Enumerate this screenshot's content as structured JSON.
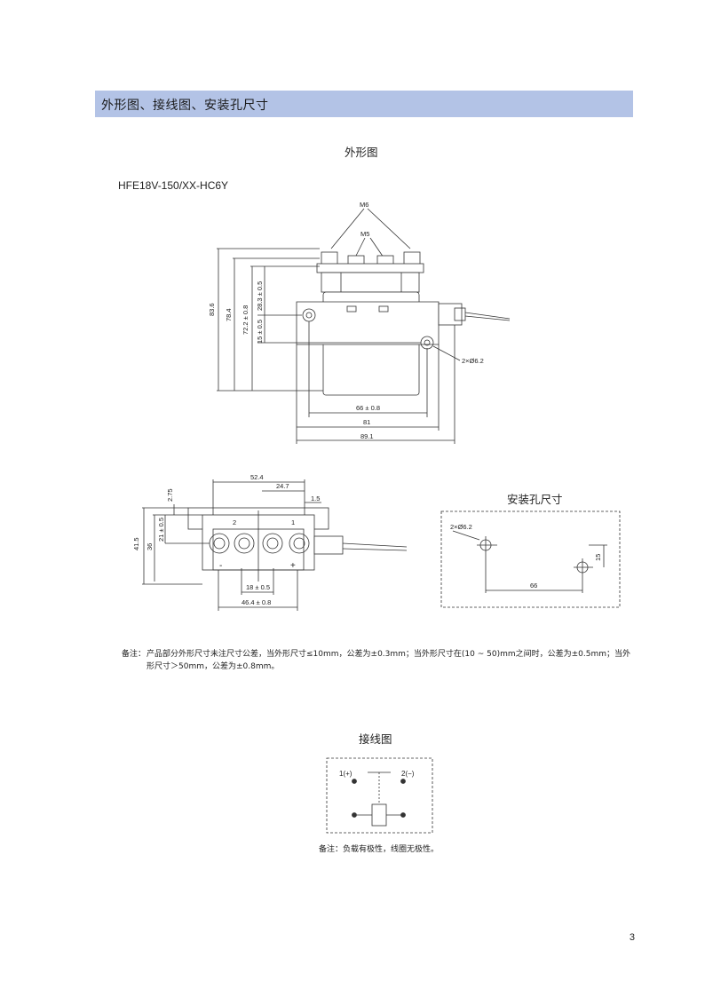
{
  "section": {
    "title": "外形图、接线图、安装孔尺寸"
  },
  "outline": {
    "heading": "外形图",
    "model": "HFE18V-150/XX-HC6Y",
    "front_labels": {
      "m6": "M6",
      "m5": "M5",
      "holes": "2×Ø6.2",
      "h1": "83.6",
      "h2": "78.4",
      "h3": "72.2 ± 0.8",
      "h4": "28.3 ± 0.5",
      "h5": "15 ± 0.5",
      "w1": "66 ± 0.8",
      "w2": "81",
      "w3": "89.1"
    },
    "top_labels": {
      "w1": "52.4",
      "w2": "24.7",
      "w3": "1.5",
      "w4": "18 ± 0.5",
      "w5": "46.4 ± 0.8",
      "h1": "2.75",
      "h2": "21 ± 0.5",
      "h3": "36",
      "h4": "41.5",
      "t1": "2",
      "t2": "1",
      "minus": "-",
      "plus": "+"
    }
  },
  "mounting": {
    "heading": "安装孔尺寸",
    "holes": "2×Ø6.2",
    "w": "66",
    "h": "15"
  },
  "note1": {
    "prefix": "备注：",
    "line1": "产品部分外形尺寸未注尺寸公差，当外形尺寸≤10mm，公差为±0.3mm；当外形尺寸在(10 ~ 50)mm之间时，公差为±0.5mm；当外",
    "line2": "形尺寸＞50mm，公差为±0.8mm。"
  },
  "wiring": {
    "heading": "接线图",
    "t1": "1(+)",
    "t2": "2(−)",
    "note": "备注：负载有极性，线圈无极性。"
  },
  "page_number": "3"
}
